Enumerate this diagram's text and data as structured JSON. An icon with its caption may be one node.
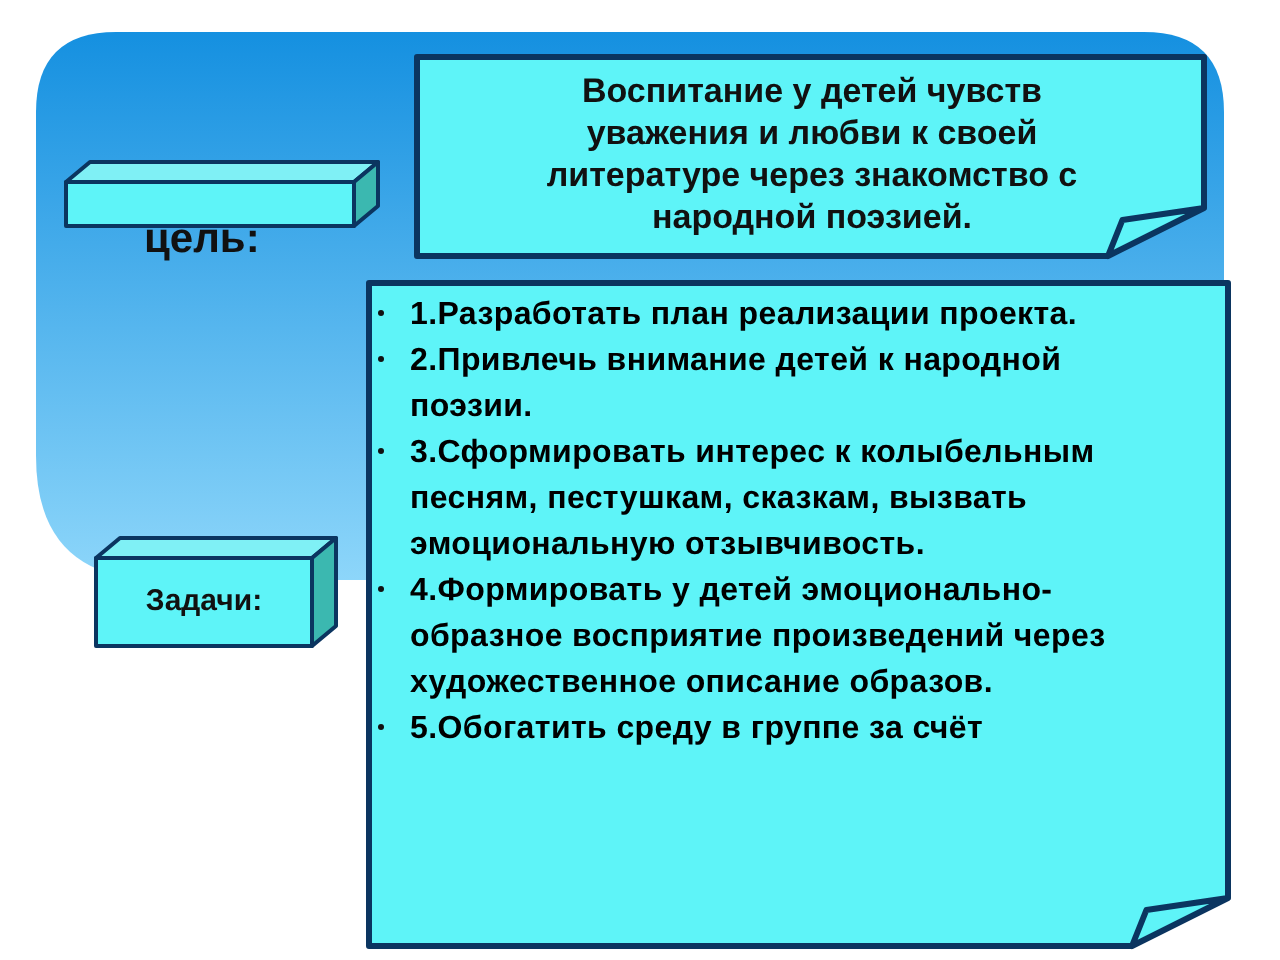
{
  "diagram": {
    "nodes": [
      {
        "text": [
          "цель:"
        ]
      },
      {
        "text": [
          "Воспитание у детей чувств уважения и любви к своей литературе через знакомство с народной поэзией."
        ]
      },
      {
        "text": [
          "Задачи:"
        ]
      },
      {
        "text": [
          "1.Разработать план реализации проекта.",
          "2.Привлечь внимание детей к народной поэзии.",
          "3.Сформировать интерес к колыбельным песням, пестушкам, сказкам, вызвать эмоциональную отзывчивость.",
          "4.Формировать у детей эмоционально-образное восприятие произведений через художественное описание образов.",
          "5.Обогатить среду в группе за счёт"
        ]
      }
    ]
  }
}
